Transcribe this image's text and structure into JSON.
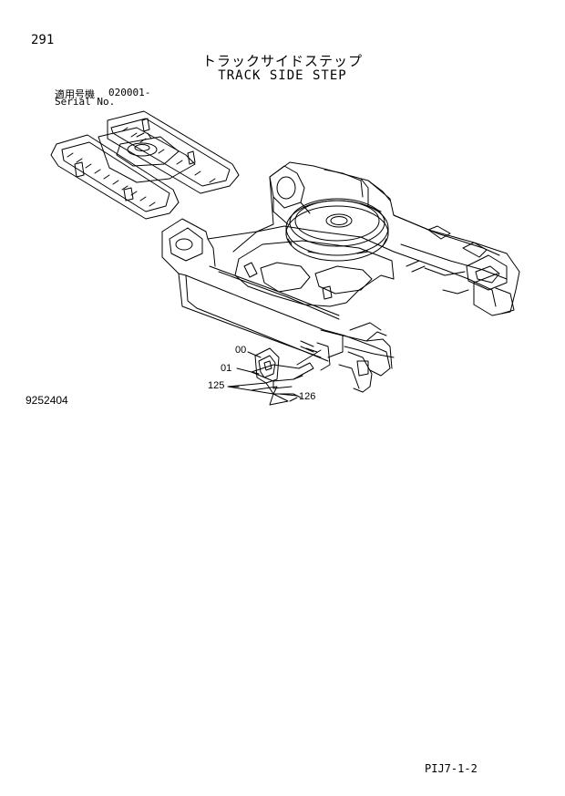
{
  "page_number": "291",
  "title_jp": "トラックサイドステップ",
  "title_en": "TRACK SIDE STEP",
  "serial": {
    "label_jp": "適用号機",
    "label_en": "Serial No.",
    "value": "020001-"
  },
  "callouts": {
    "c00": "00",
    "c01": "01",
    "c125": "125",
    "c126": "126"
  },
  "figure_code": "9252404",
  "footer_code": "PIJ7-1-2"
}
